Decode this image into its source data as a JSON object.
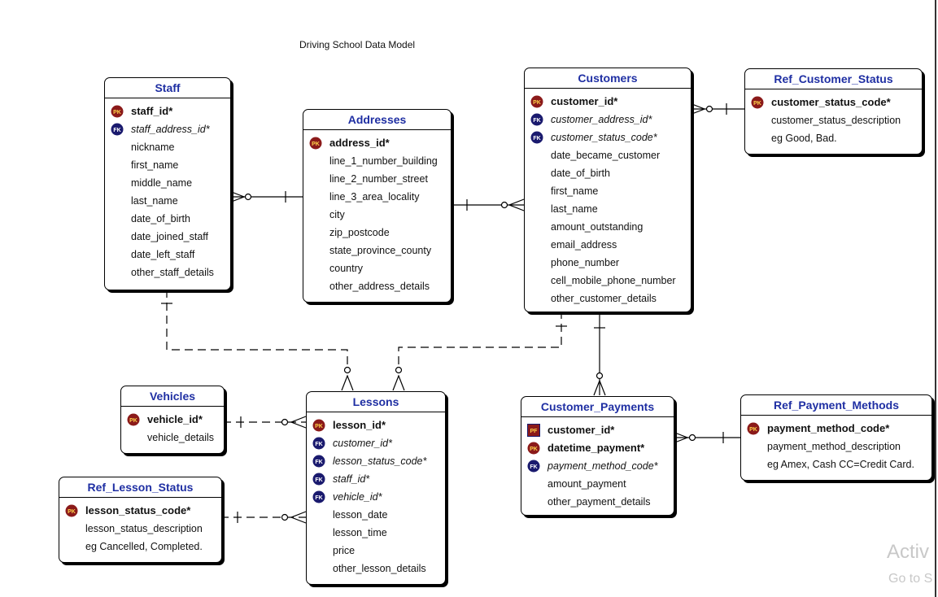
{
  "title": "Driving School Data Model",
  "entities": {
    "staff": {
      "name": "Staff",
      "rows": [
        "staff_id*",
        "staff_address_id*",
        "nickname",
        "first_name",
        "middle_name",
        "last_name",
        "date_of_birth",
        "date_joined_staff",
        "date_left_staff",
        "other_staff_details"
      ]
    },
    "addresses": {
      "name": "Addresses",
      "rows": [
        "address_id*",
        "line_1_number_building",
        "line_2_number_street",
        "line_3_area_locality",
        "city",
        "zip_postcode",
        "state_province_county",
        "country",
        "other_address_details"
      ]
    },
    "customers": {
      "name": "Customers",
      "rows": [
        "customer_id*",
        "customer_address_id*",
        "customer_status_code*",
        "date_became_customer",
        "date_of_birth",
        "first_name",
        "last_name",
        "amount_outstanding",
        "email_address",
        "phone_number",
        "cell_mobile_phone_number",
        "other_customer_details"
      ]
    },
    "ref_customer_status": {
      "name": "Ref_Customer_Status",
      "rows": [
        "customer_status_code*",
        "customer_status_description",
        "eg Good, Bad."
      ]
    },
    "vehicles": {
      "name": "Vehicles",
      "rows": [
        "vehicle_id*",
        "vehicle_details"
      ]
    },
    "lessons": {
      "name": "Lessons",
      "rows": [
        "lesson_id*",
        "customer_id*",
        "lesson_status_code*",
        "staff_id*",
        "vehicle_id*",
        "lesson_date",
        "lesson_time",
        "price",
        "other_lesson_details"
      ]
    },
    "ref_lesson_status": {
      "name": "Ref_Lesson_Status",
      "rows": [
        "lesson_status_code*",
        "lesson_status_description",
        "eg Cancelled, Completed."
      ]
    },
    "customer_payments": {
      "name": "Customer_Payments",
      "rows": [
        "customer_id*",
        "datetime_payment*",
        "payment_method_code*",
        "amount_payment",
        "other_payment_details"
      ]
    },
    "ref_payment_methods": {
      "name": "Ref_Payment_Methods",
      "rows": [
        "payment_method_code*",
        "payment_method_description",
        "eg Amex, Cash CC=Credit Card."
      ]
    }
  },
  "key_labels": {
    "pk": "PK",
    "fk": "FK",
    "pf": "PF"
  },
  "watermark": {
    "line1": "Activ",
    "line2": "Go to S"
  },
  "colors": {
    "entity_title": "#1f2fa3",
    "pk_badge": "#8b1a1a",
    "fk_badge": "#1a1a6e",
    "key_text": "#ffd24a"
  }
}
